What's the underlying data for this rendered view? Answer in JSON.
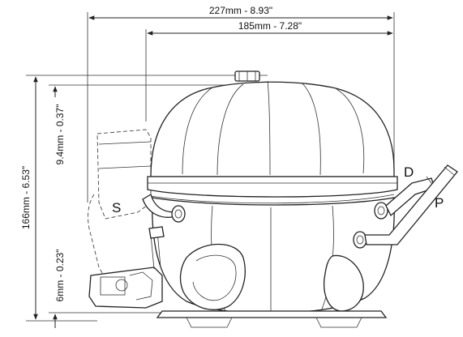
{
  "dimensions": {
    "overall_width": "227mm - 8.93\"",
    "mount_width": "185mm - 7.28\"",
    "overall_height": "166mm - 6.53\"",
    "top_offset": "9.4mm - 0.37\"",
    "base_offset": "6mm - 0.23\""
  },
  "ports": {
    "suction": "S",
    "discharge": "D",
    "process": "P"
  }
}
